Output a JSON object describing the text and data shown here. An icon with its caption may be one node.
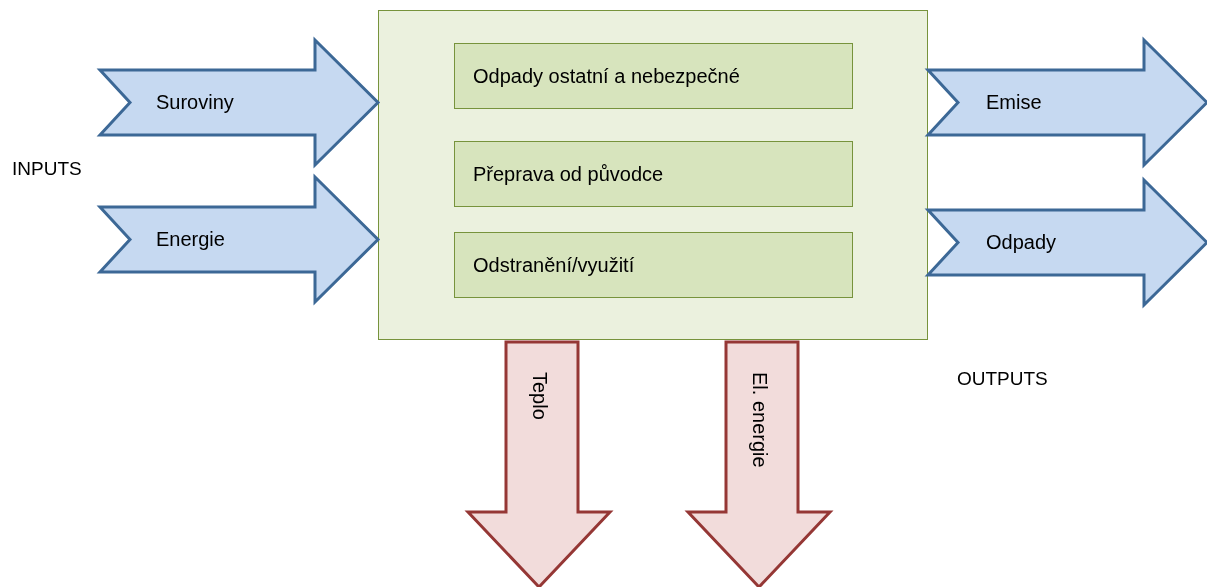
{
  "diagram": {
    "nodes": [
      {
        "text": [],
        "shape": "box"
      },
      {
        "text": [
          "Odpady ostatní a nebezpečné"
        ],
        "in": 0
      },
      {
        "text": [
          "Přeprava od původce"
        ],
        "in": 0
      },
      {
        "text": [
          "Odstranění/využití"
        ],
        "in": 0
      },
      {
        "text": [
          "Suroviny"
        ]
      },
      {
        "text": [
          "Energie"
        ]
      },
      {
        "text": [
          "Emise"
        ]
      },
      {
        "text": [
          "Odpady"
        ]
      },
      {
        "text": [
          "Teplo"
        ]
      },
      {
        "text": [
          "El. energie"
        ]
      }
    ],
    "labels": [
      "INPUTS",
      "OUTPUTS"
    ]
  }
}
